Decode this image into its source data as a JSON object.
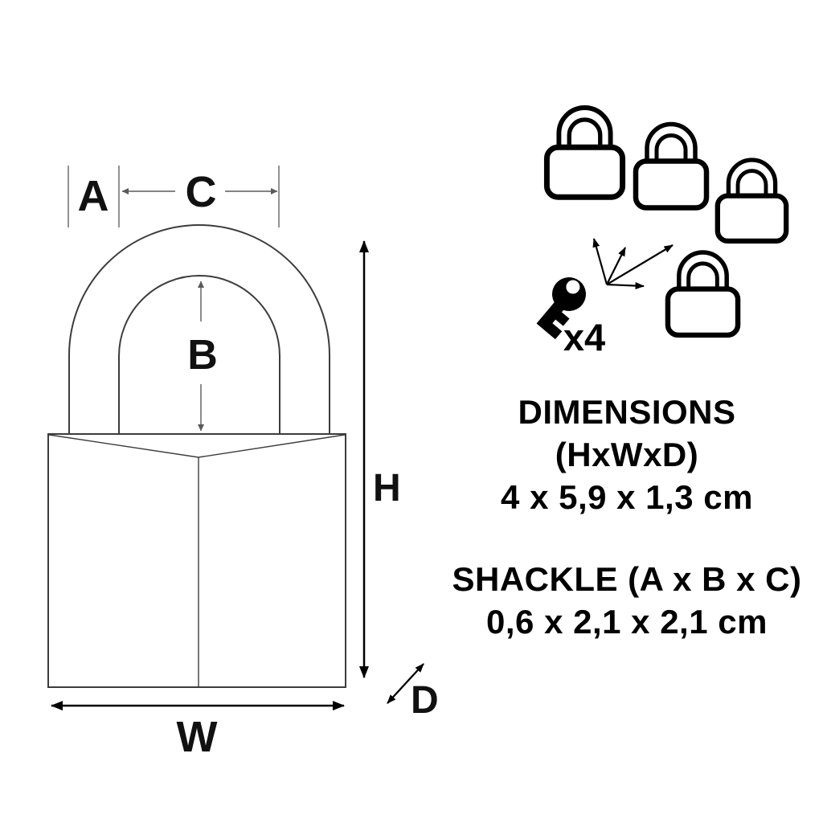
{
  "diagram": {
    "dimension_labels": {
      "shackle_diameter": "A",
      "shackle_height": "B",
      "shackle_width": "C",
      "body_height": "H",
      "body_width": "W",
      "body_depth": "D"
    }
  },
  "key_group": {
    "multiplier_label": "x4",
    "padlock_count": 4
  },
  "specs": {
    "dimensions": {
      "title": "DIMENSIONS",
      "subtitle": "(HxWxD)",
      "value": "4 x 5,9 x 1,3 cm"
    },
    "shackle": {
      "title": "SHACKLE (A x B x C)",
      "value": "0,6 x 2,1 x 2,1 cm"
    }
  },
  "colors": {
    "background": "#ffffff",
    "drawing_line": "#3c3c3c",
    "dimension_line": "#6e6e6e",
    "ink": "#000000"
  }
}
